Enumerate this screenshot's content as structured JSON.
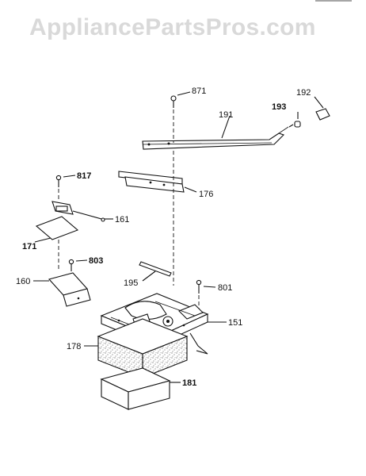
{
  "watermark": "AppliancePartsPros.com",
  "header_fragment": "",
  "parts": [
    {
      "id": "871",
      "label": "871",
      "bold": false
    },
    {
      "id": "191",
      "label": "191",
      "bold": false
    },
    {
      "id": "192",
      "label": "192",
      "bold": false
    },
    {
      "id": "193",
      "label": "193",
      "bold": true
    },
    {
      "id": "176",
      "label": "176",
      "bold": false
    },
    {
      "id": "817",
      "label": "817",
      "bold": true
    },
    {
      "id": "161",
      "label": "161",
      "bold": false
    },
    {
      "id": "171",
      "label": "171",
      "bold": true
    },
    {
      "id": "803",
      "label": "803",
      "bold": true
    },
    {
      "id": "160",
      "label": "160",
      "bold": false
    },
    {
      "id": "195",
      "label": "195",
      "bold": false
    },
    {
      "id": "801",
      "label": "801",
      "bold": false
    },
    {
      "id": "151",
      "label": "151",
      "bold": false
    },
    {
      "id": "178",
      "label": "178",
      "bold": false
    },
    {
      "id": "181",
      "label": "181",
      "bold": true
    }
  ]
}
